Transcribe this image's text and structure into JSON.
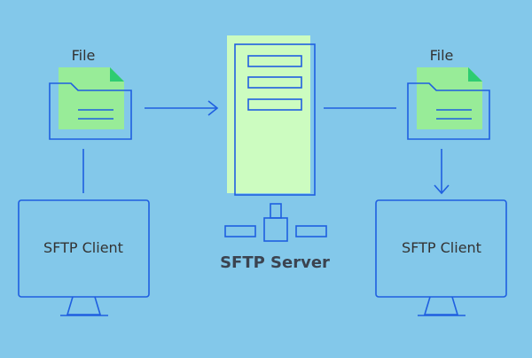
{
  "diagram": {
    "left_file": {
      "label": "File"
    },
    "right_file": {
      "label": "File"
    },
    "server": {
      "label": "SFTP Server"
    },
    "left_client": {
      "label": "SFTP Client"
    },
    "right_client": {
      "label": "SFTP Client"
    }
  },
  "colors": {
    "background": "#83c8ea",
    "stroke": "#1f5fe0",
    "file_fill": "#98ec98",
    "file_corner": "#2ecc71",
    "server_fill": "#ccfcc0",
    "server_label": "#3b4350",
    "text": "#333333"
  },
  "icons": {
    "file": "folder-document-icon",
    "server": "server-tower-icon",
    "network": "network-connector-icon",
    "client": "monitor-icon"
  }
}
